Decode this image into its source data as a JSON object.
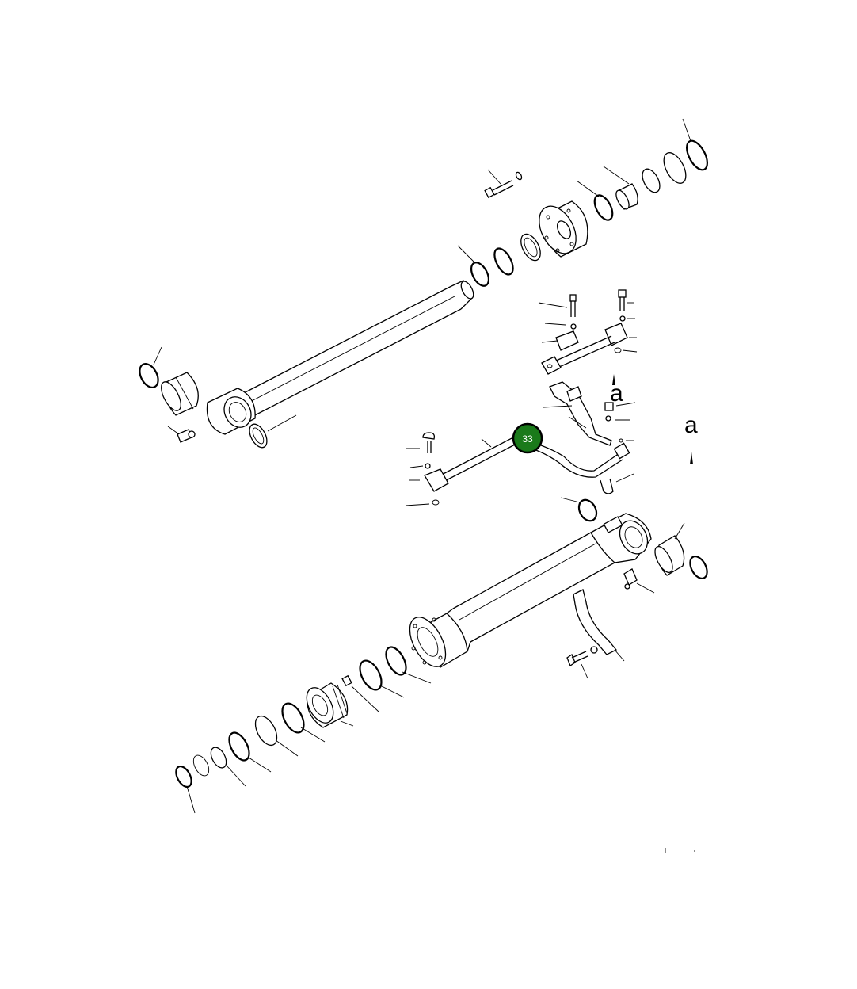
{
  "diagram": {
    "detail_markers": [
      "a",
      "a"
    ],
    "callouts": [
      {
        "number": "33",
        "color": "#1a7a1a"
      }
    ]
  }
}
